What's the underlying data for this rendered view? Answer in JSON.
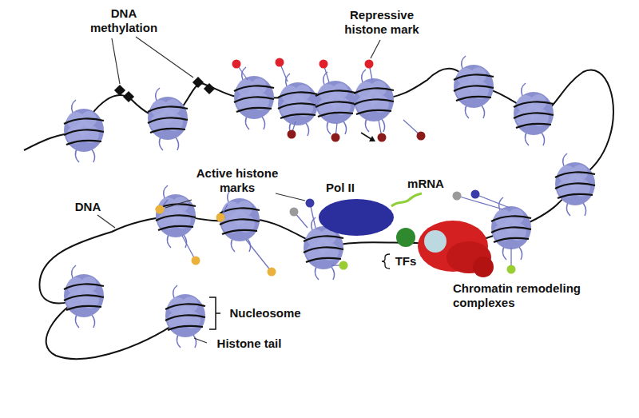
{
  "diagram": {
    "nodes": [
      {
        "text": [
          "Pol II"
        ]
      },
      {
        "text": [
          "Chromatin remodeling complexes"
        ]
      }
    ],
    "labels": [
      "DNA methylation",
      "Repressive histone mark",
      "Active histone marks",
      "mRNA",
      "DNA",
      "TFs",
      "Nucleosome",
      "Histone tail"
    ]
  }
}
